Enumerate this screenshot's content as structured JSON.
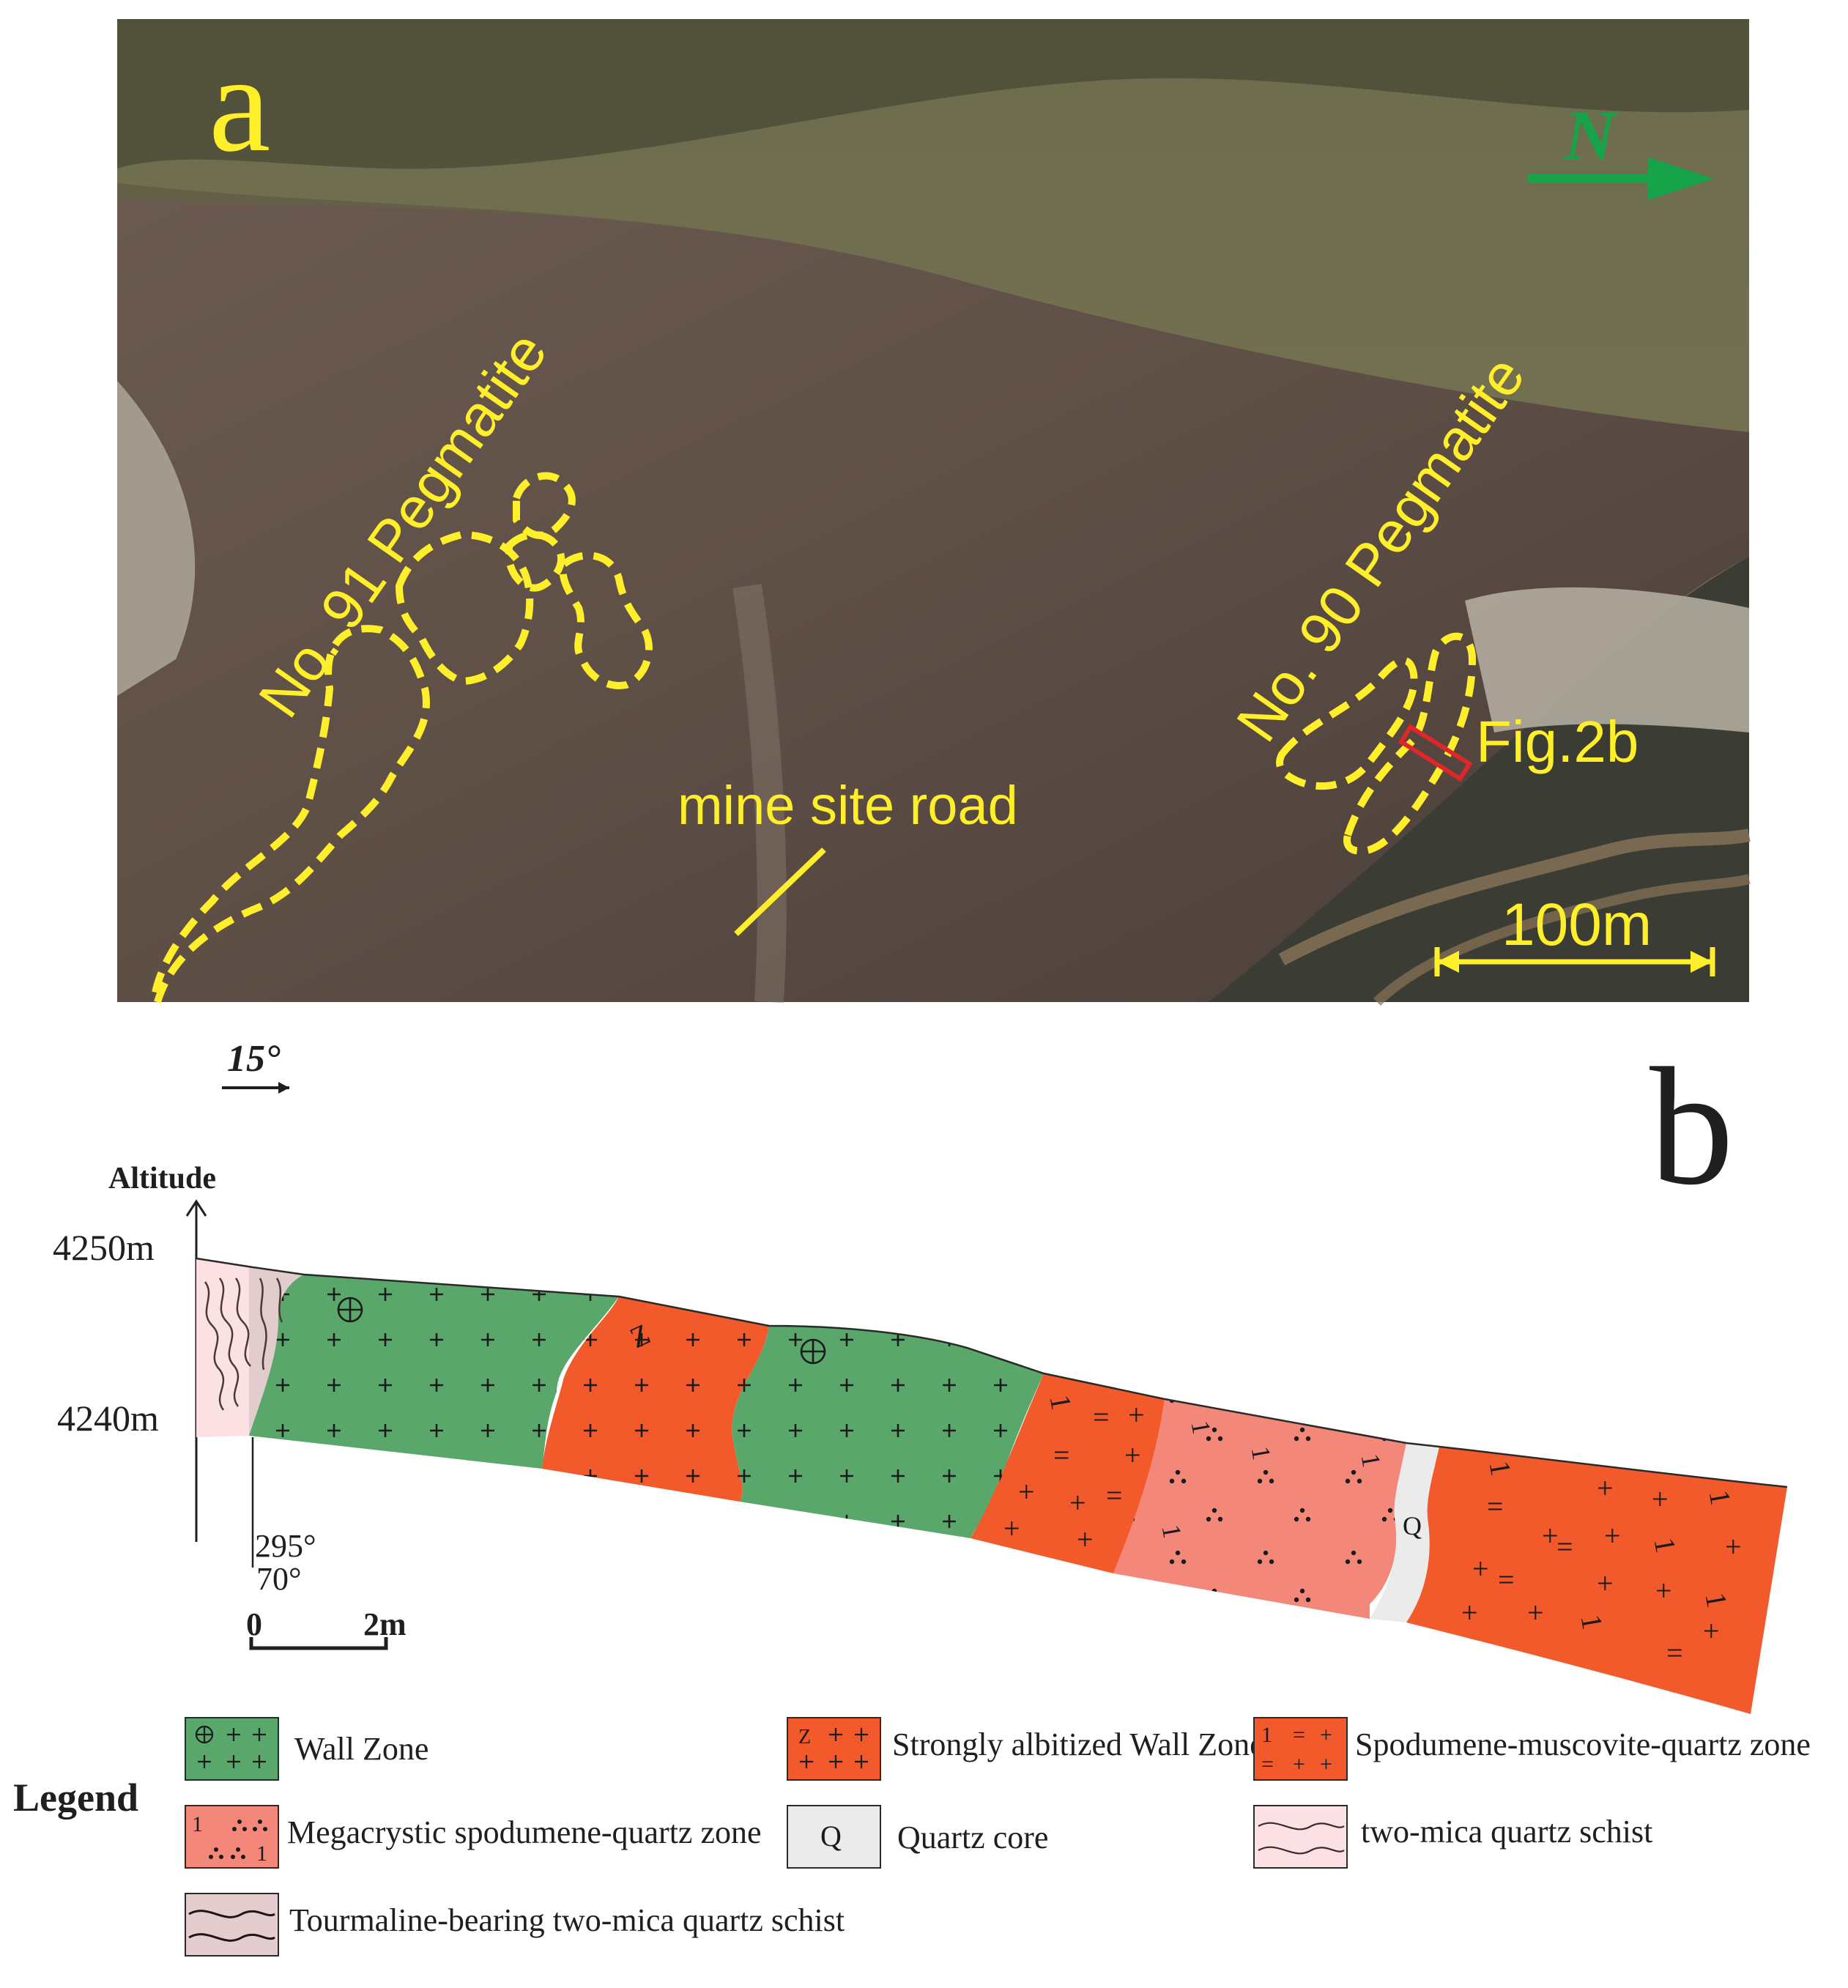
{
  "panel_a": {
    "letter": "a",
    "north": "N",
    "no91": "No. 91 Pegmatite",
    "no90": "No. 90 Pegmatite",
    "road": "mine site road",
    "fig_ref": "Fig.2b",
    "scale": "100m"
  },
  "panel_b": {
    "letter": "b",
    "strike": "15°",
    "altitude_label": "Altitude",
    "alt_top": "4250m",
    "alt_bottom": "4240m",
    "dip_direction": "295°",
    "dip_angle": "70°",
    "scale_zero": "0",
    "scale_len": "2m",
    "quartz_symbol": "Q"
  },
  "legend": {
    "title": "Legend",
    "items": [
      {
        "label": "Wall Zone",
        "color": "#5aa76c"
      },
      {
        "label": "Strongly albitized Wall Zone",
        "color": "#f25a2b"
      },
      {
        "label": "Spodumene-muscovite-quartz zone",
        "color": "#f25a2b"
      },
      {
        "label": "Megacrystic spodumene-quartz zone",
        "color": "#f3877a"
      },
      {
        "label": "Quartz core",
        "color": "#ebebeb"
      },
      {
        "label": "two-mica quartz schist",
        "color": "#fbe0e4"
      },
      {
        "label": "Tourmaline-bearing two-mica quartz schist",
        "color": "#e3ccce"
      }
    ],
    "q_symbol": "Q"
  },
  "colors": {
    "annotation_yellow": "#ffef2a",
    "north_green": "#17a34a",
    "marker_red": "#e0262a"
  }
}
